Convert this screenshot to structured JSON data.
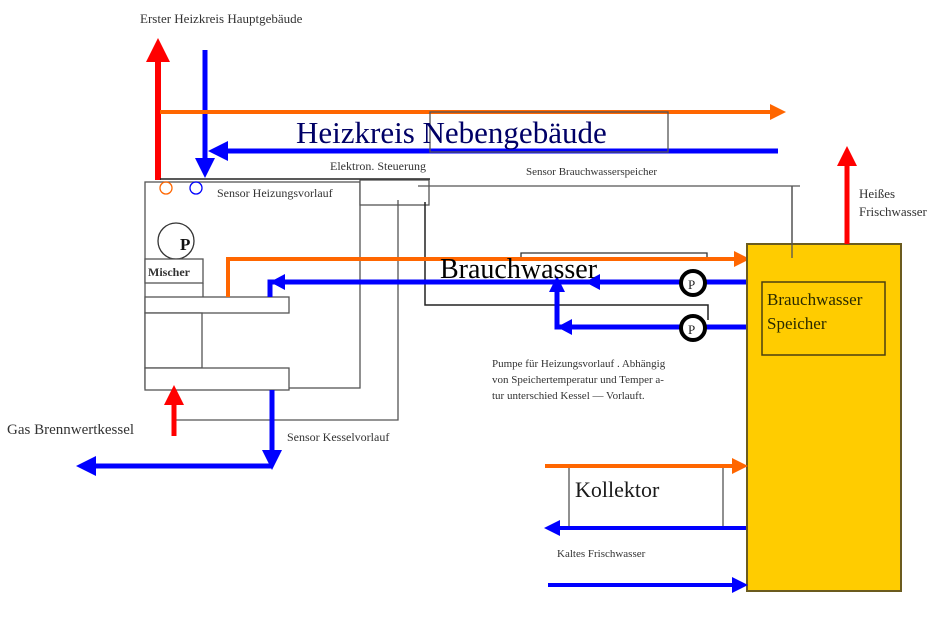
{
  "colors": {
    "hot_line": "#ff0000",
    "warm_line": "#ff6600",
    "cold_line": "#0000ff",
    "tank_fill": "#ffcc00",
    "tank_border": "#6b5b1e",
    "title_text": "#000066"
  },
  "labels": {
    "main_circuit": "Erster Heizkreis Hauptgebäude",
    "secondary_circuit": "Heizkreis Nebengebäude",
    "controller": "Elektron. Steuerung",
    "sensor_flow": "Sensor Heizungsvorlauf",
    "sensor_tank": "Sensor Brauchwasserspeicher",
    "hot_fresh_water_line1": "Heißes",
    "hot_fresh_water_line2": "Frischwasser",
    "pump_symbol": "P",
    "mixer": "Mischer",
    "domestic_water": "Brauchwasser",
    "tank_line1": "Brauchwasser",
    "tank_line2": "Speicher",
    "pump_note_line1": "Pumpe für Heizungsvorlauf . Abhängig",
    "pump_note_line2": "von Speichertemperatur und Temper a-",
    "pump_note_line3": "tur unterschied Kessel — Vorlauft.",
    "boiler": "Gas Brennwertkessel",
    "sensor_boiler": "Sensor Kesselvorlauf",
    "collector": "Kollektor",
    "cold_fresh_water": "Kaltes Frischwasser"
  }
}
